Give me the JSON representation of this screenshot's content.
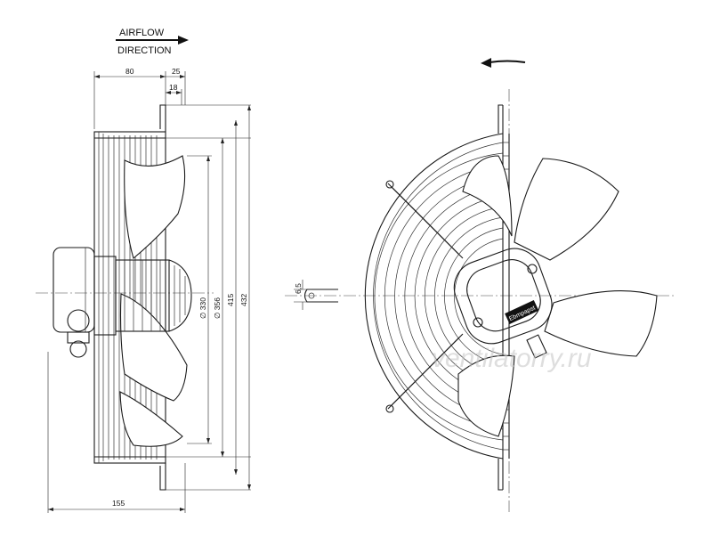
{
  "airflow": {
    "line1": "AIRFLOW",
    "line2": "DIRECTION"
  },
  "dimensions": {
    "d80": "80",
    "d25": "25",
    "d18": "18",
    "d155": "155",
    "d6_5": "6,5",
    "d330": "∅ 330",
    "d356": "∅ 356",
    "d415": "415",
    "d432": "432"
  },
  "badge": "Ebmpapst",
  "watermark": "ventilatorry.ru",
  "icons": [
    "airflow-arrow-icon",
    "rotation-arrow-icon"
  ]
}
